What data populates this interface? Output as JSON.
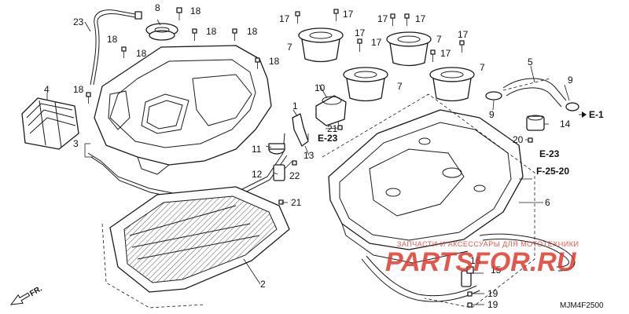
{
  "callouts": {
    "n1": "1",
    "n2": "2",
    "n3": "3",
    "n4": "4",
    "n5": "5",
    "n6": "6",
    "n7": "7",
    "n8": "8",
    "n9": "9",
    "n10": "10",
    "n11": "11",
    "n12": "12",
    "n13": "13",
    "n14": "14",
    "n15": "15",
    "n16": "16",
    "n17": "17",
    "n18": "18",
    "n19": "19",
    "n20": "20",
    "n21": "21",
    "n22": "22",
    "n23": "23"
  },
  "refs": {
    "e1": "E-1",
    "e23": "E-23",
    "f2520": "F-25-20"
  },
  "direction_label": "FR.",
  "diagram_code": "MJM4F2500",
  "watermark": {
    "text": "ЗАПЧАСТИ И АКСЕССУАРЫ ДЛЯ МОТОТЕХНИКИ",
    "logo": "PARTSFOR.RU",
    "color": "#e03a2e"
  }
}
